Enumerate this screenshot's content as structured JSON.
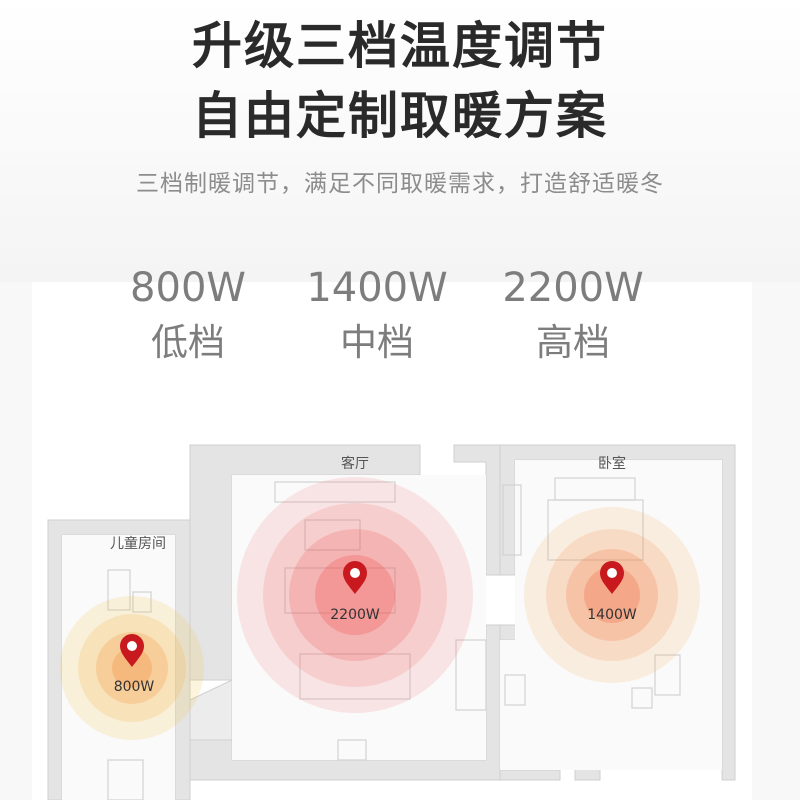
{
  "headline": {
    "line1": "升级三档温度调节",
    "line2": "自由定制取暖方案"
  },
  "subtitle": "三档制暖调节，满足不同取暖需求，打造舒适暖冬",
  "modes": [
    {
      "power": "800W",
      "level": "低档"
    },
    {
      "power": "1400W",
      "level": "中档"
    },
    {
      "power": "2200W",
      "level": "高档"
    }
  ],
  "rooms": {
    "kids_room": "儿童房间",
    "living_room": "客厅",
    "bedroom": "卧室"
  },
  "markers": {
    "kids_room": "800W",
    "living_room": "2200W",
    "bedroom": "1400W"
  },
  "colors": {
    "headline": "#2a2a2a",
    "subtitle": "#8c8c8c",
    "mode_text": "#7d7d7d",
    "marker_red": "#c8191e",
    "heat_red": "#f26060",
    "heat_orange": "#f6a04a"
  },
  "icons": [
    "location-pin-icon"
  ]
}
